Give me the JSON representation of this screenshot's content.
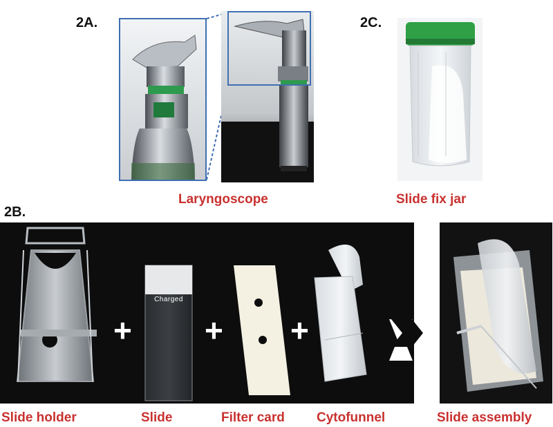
{
  "figure": {
    "labels": {
      "a": "2A.",
      "b": "2B.",
      "c": "2C."
    },
    "captions": {
      "laryngoscope": "Laryngoscope",
      "slide_fix_jar": "Slide fix jar",
      "slide_holder": "Slide holder",
      "slide": "Slide",
      "filter_card": "Filter card",
      "cytofunnel": "Cytofunnel",
      "slide_assembly": "Slide assembly"
    },
    "slide_text": "Charged",
    "plus_symbol": "+",
    "colors": {
      "caption": "#c8312f",
      "frame_blue": "#3f6fb2",
      "jar_cap_green": "#2fa046",
      "background_black": "#0d0d0d"
    }
  }
}
